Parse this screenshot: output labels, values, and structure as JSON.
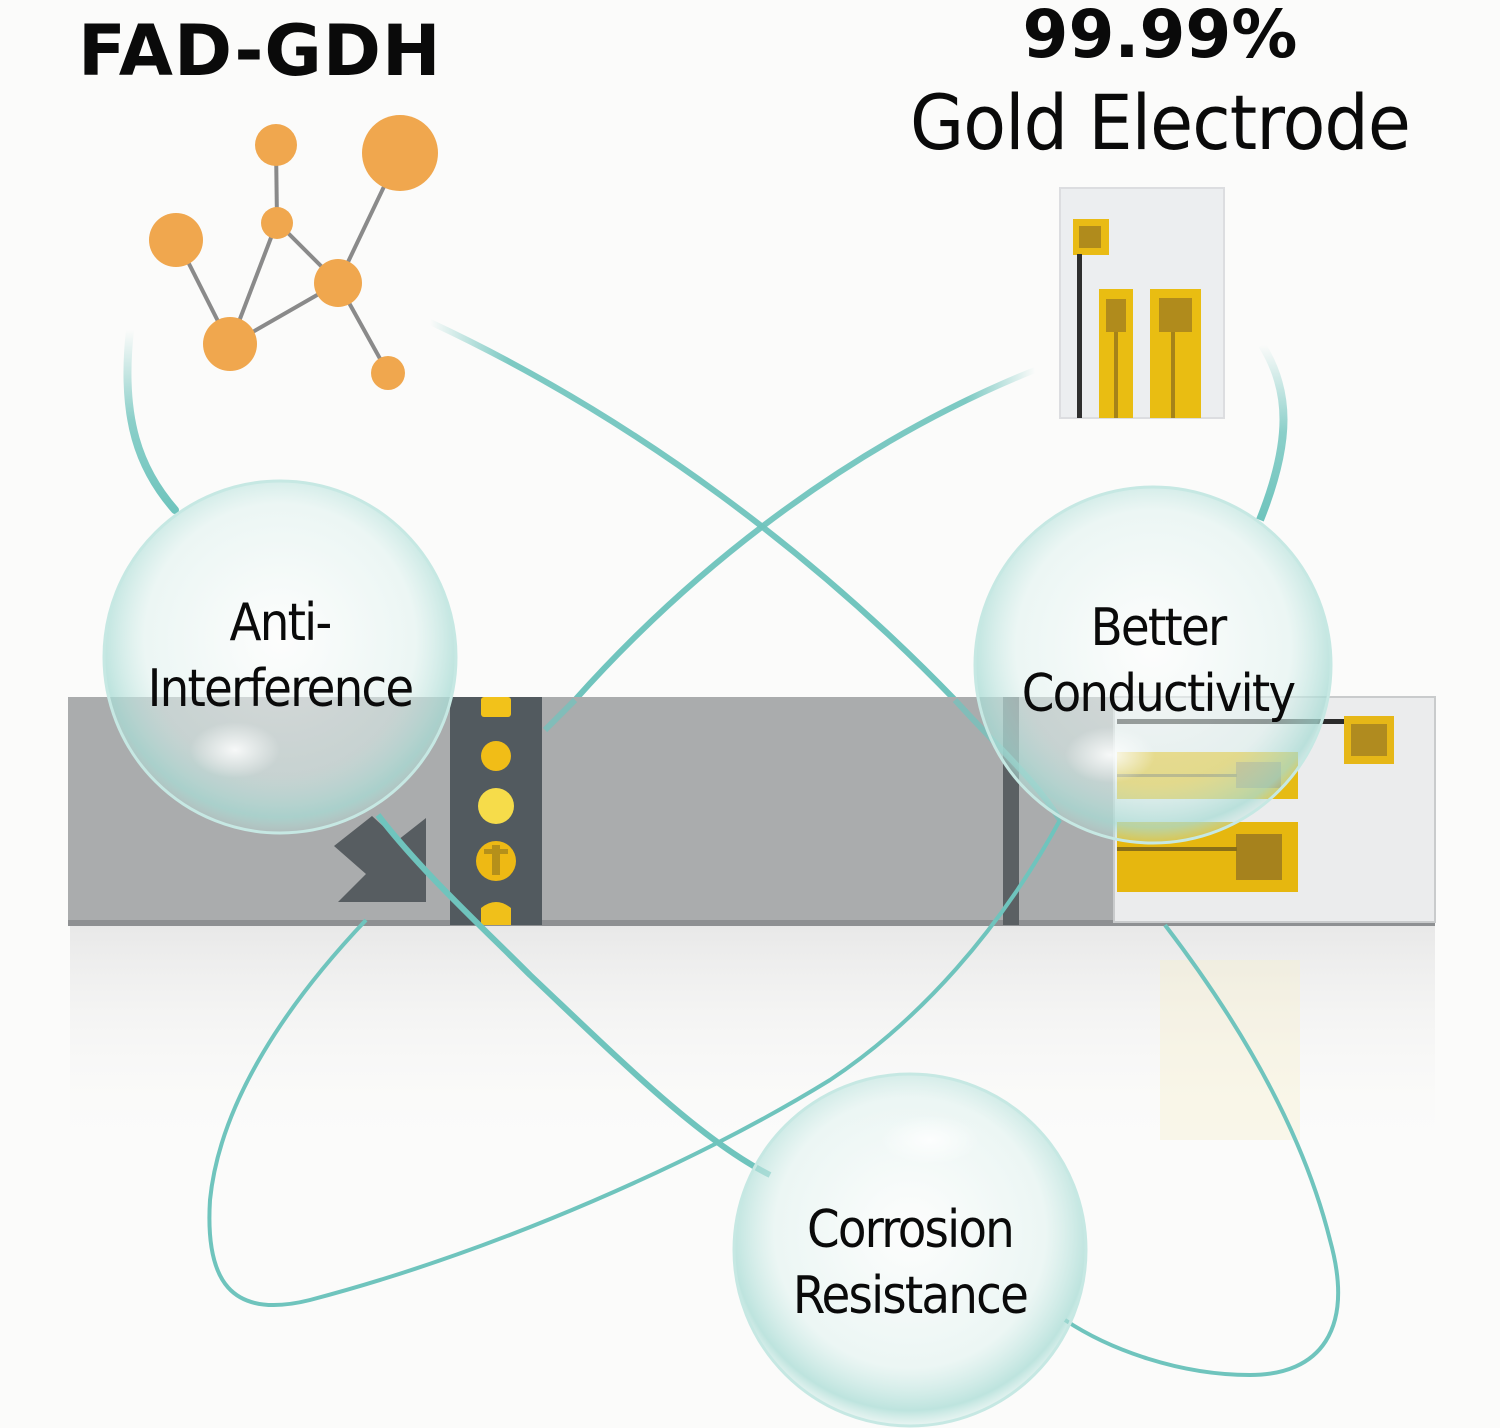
{
  "header": {
    "enzyme_title": "FAD-GDH",
    "gold_purity": "99.99%",
    "gold_label": "Gold Electrode"
  },
  "features": [
    {
      "line1": "Anti-",
      "line2": "Interference"
    },
    {
      "line1": "Better",
      "line2": "Conductivity"
    },
    {
      "line1": "Corrosion",
      "line2": "Resistance"
    }
  ],
  "icons": {
    "molecule": "molecule-icon",
    "electrode_chip": "electrode-chip-icon",
    "test_strip": "test-strip",
    "insert_arrow": "arrow-down-right-icon"
  },
  "colors": {
    "background": "#fbfbfa",
    "teal_line": "#6fc4bd",
    "molecule_node": "#f0a74e",
    "molecule_edge": "#8a8a8a",
    "gold": "#e9bd12",
    "gold_dark": "#b08a1c",
    "strip_gray": "#a9abac",
    "strip_dark": "#545a5e",
    "strip_white": "#eceded"
  }
}
